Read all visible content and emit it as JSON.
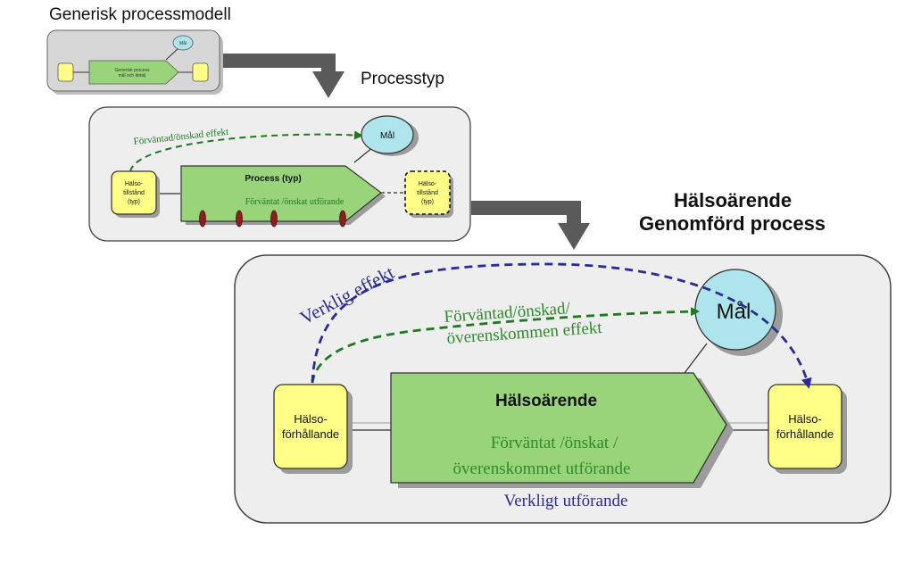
{
  "titles": {
    "generic": "Generisk processmodell",
    "type": "Processtyp",
    "instance_line1": "Hälsoärende",
    "instance_line2": "Genomförd process"
  },
  "mini": {
    "process_line1": "Generisk process",
    "process_line2": "mål och detalj",
    "goal": "Mål"
  },
  "type_panel": {
    "effect": "Förväntad/önskad effekt",
    "goal": "Mål",
    "process_title": "Process (typ)",
    "process_sub": "Förväntat /önskat utförande",
    "left_line1": "Hälso-",
    "left_line2": "tillstånd",
    "left_line3": "(typ)",
    "right_line1": "Hälso-",
    "right_line2": "tillstånd",
    "right_line3": "(typ)"
  },
  "main_panel": {
    "actual_effect": "Verklig effekt",
    "expected_effect_line1": "Förväntad/önskad/",
    "expected_effect_line2": "överenskommen effekt",
    "goal": "Mål",
    "process_title": "Hälsoärende",
    "process_sub_line1": "Förväntat /önskat /",
    "process_sub_line2": "överenskommet utförande",
    "actual_performance": "Verkligt utförande",
    "left_line1": "Hälso-",
    "left_line2": "förhållande",
    "right_line1": "Hälso-",
    "right_line2": "förhållande"
  },
  "colors": {
    "panel": "#eeeeee",
    "process": "#99d47a",
    "state": "#ffff88",
    "goal": "#aee4ec",
    "green_arrow": "#1f7a1f",
    "blue_arrow": "#2a2a9a",
    "big_arrow": "#666666"
  }
}
